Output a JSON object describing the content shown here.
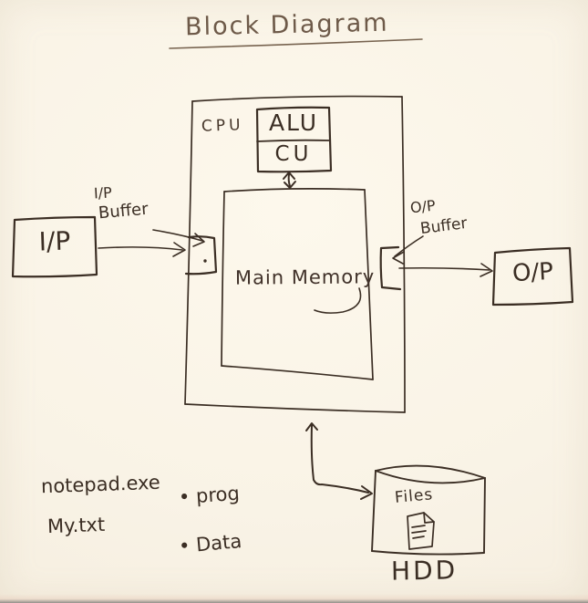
{
  "title": {
    "text": "Block Diagram"
  },
  "colors": {
    "ink": "#3b2e24",
    "ink_light": "#6e5a49",
    "paper": "#f9f3e6"
  },
  "cpu_block": {
    "cpu_label": "CPU",
    "alu_label": "ALU",
    "cu_label": "CU",
    "memory_label": "Main Memory"
  },
  "io": {
    "input_label": "I/P",
    "output_label": "O/P",
    "input_buffer_line1": "I/P",
    "input_buffer_line2": "Buffer",
    "output_buffer_line1": "O/P",
    "output_buffer_line2": "Buffer"
  },
  "storage": {
    "files_label": "Files",
    "hdd_label": "HDD",
    "document_icon": "file-document-icon"
  },
  "notes": [
    {
      "name": "notepad.exe",
      "tag": "• prog"
    },
    {
      "name": "My.txt",
      "tag": "• Data"
    }
  ]
}
